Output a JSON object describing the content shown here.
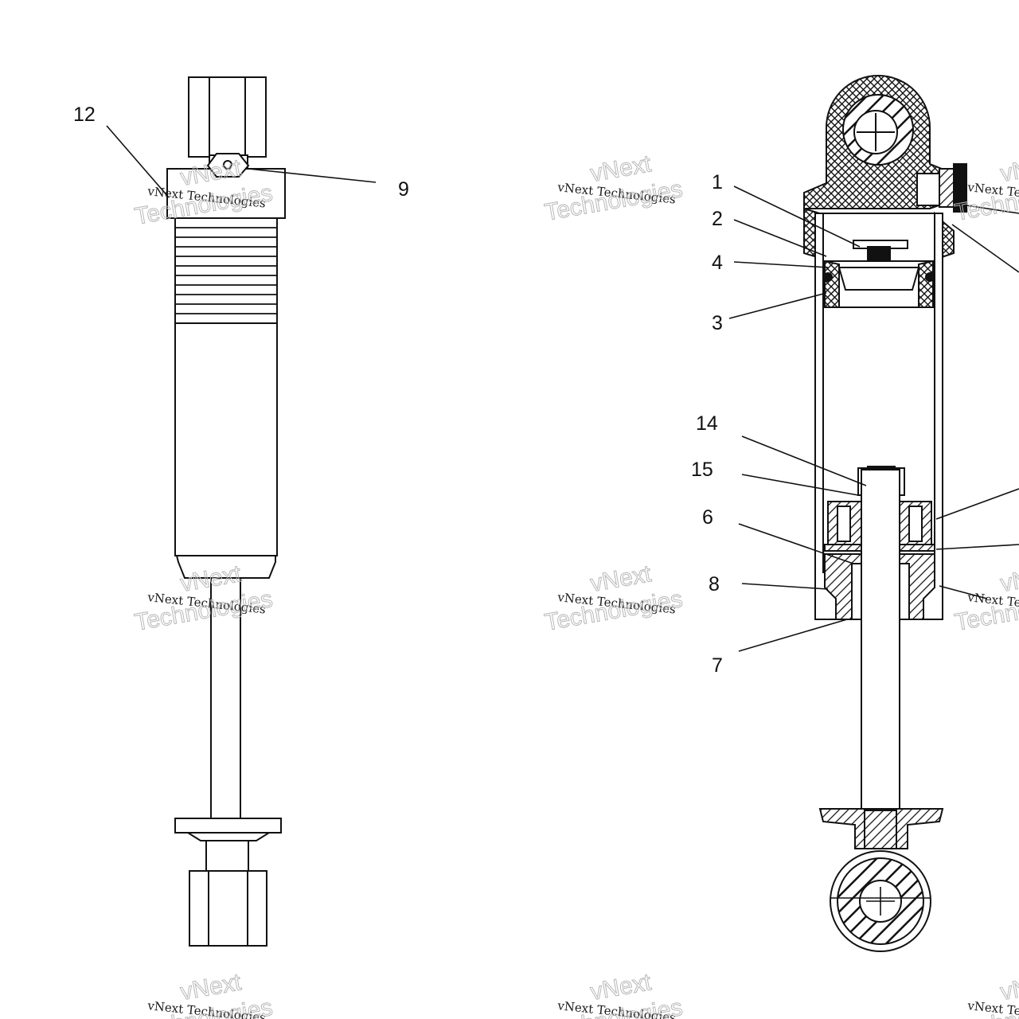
{
  "diagram": {
    "callouts": {
      "n12": "12",
      "n9": "9",
      "n1": "1",
      "n2": "2",
      "n4": "4",
      "n3": "3",
      "n14": "14",
      "n15": "15",
      "n6": "6",
      "n8": "8",
      "n7": "7"
    },
    "colors": {
      "ink": "#111111",
      "watermark_outline": "#b8b8b8"
    }
  },
  "watermark": {
    "line1": "vNext Technologies",
    "big1": "vNext",
    "big2": "Technologies"
  }
}
